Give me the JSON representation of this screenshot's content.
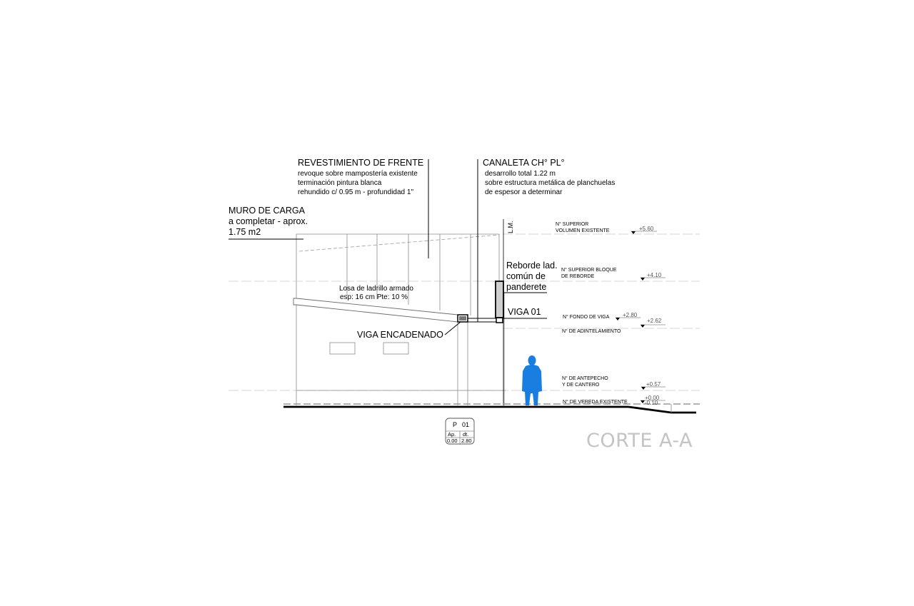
{
  "title": "CORTE A-A",
  "callouts": {
    "revestimiento": {
      "heading": "REVESTIMIENTO DE FRENTE",
      "lines": [
        "revoque sobre mampostería existente",
        "terminación pintura blanca",
        "rehundido c/ 0.95 m - profundidad 1\""
      ]
    },
    "canaleta": {
      "heading": "CANALETA CH° PL°",
      "lines": [
        "desarrollo total 1.22 m",
        "sobre estructura metálica de planchuelas",
        "de espesor a determinar"
      ]
    },
    "muro": {
      "lines": [
        "MURO DE CARGA",
        "a completar - aprox.",
        "1.75 m2"
      ]
    },
    "losa": {
      "lines": [
        "Losa de ladrillo armado",
        "esp: 16 cm Pte: 10 %"
      ]
    },
    "reborde": {
      "lines": [
        "Reborde lad.",
        "común de",
        "panderete"
      ]
    },
    "viga01": "VIGA 01",
    "viga_encadenado": "VIGA ENCADENADO",
    "lm": "L.M."
  },
  "levels": [
    {
      "label": [
        "N° SUPERIOR",
        "VOLUMEN EXISTENTE"
      ],
      "value": "+5.60"
    },
    {
      "label": [
        "N° SUPERIOR BLOQUE",
        "DE REBORDE"
      ],
      "value": "+4.10"
    },
    {
      "label": [
        "N° FONDO DE VIGA"
      ],
      "value": "+2.80"
    },
    {
      "label": [
        "N° DE ADINTELAMIENTO"
      ],
      "value": "+2.62"
    },
    {
      "label": [
        "N° DE ANTEPECHO",
        "Y DE CANTERO"
      ],
      "value": "+0.57"
    },
    {
      "label": [
        "N° DE VEREDA EXISTENTE"
      ],
      "value": "+0.00",
      "value2": "-0.10"
    }
  ],
  "tag": {
    "name": "P",
    "number": "01",
    "left_header": "Ap.",
    "left_value": "0.00",
    "right_header": "dt.",
    "right_value": "2.80"
  },
  "colors": {
    "figure": "#1a7de0",
    "title": "#c4c4c4"
  },
  "icons": {
    "human": "human-scale-figure"
  }
}
